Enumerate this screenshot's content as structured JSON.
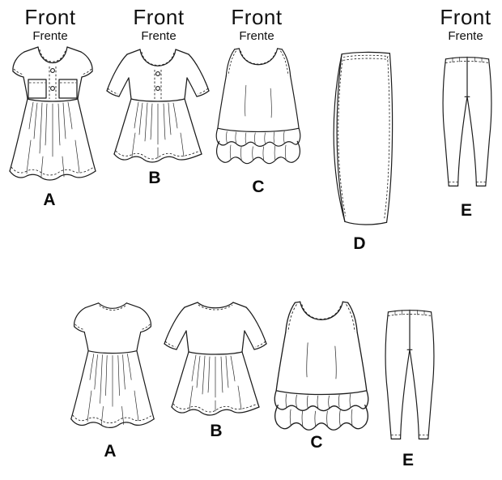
{
  "colors": {
    "background": "#ffffff",
    "line": "#1c1c1c",
    "text": "#111111"
  },
  "labels": {
    "front": "Front",
    "frente": "Frente"
  },
  "figures": {
    "top": {
      "a": {
        "letter": "A"
      },
      "b": {
        "letter": "B"
      },
      "c": {
        "letter": "C"
      },
      "d": {
        "letter": "D"
      },
      "e": {
        "letter": "E"
      }
    },
    "bottom": {
      "a": {
        "letter": "A"
      },
      "b": {
        "letter": "B"
      },
      "c": {
        "letter": "C"
      },
      "e": {
        "letter": "E"
      }
    }
  }
}
